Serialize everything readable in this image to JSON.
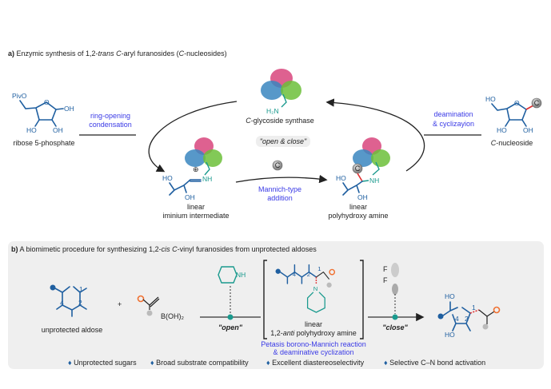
{
  "panel_a": {
    "title_prefix": "a)",
    "title_1": " Enzymic synthesis of 1,2-",
    "title_trans": "trans",
    "title_2": " ",
    "title_c": "C",
    "title_3": "-aryl furanosides (",
    "title_c2": "C",
    "title_4": "-nucleosides)",
    "enzyme_amine": "H₂N",
    "enzyme_label_c": "C",
    "enzyme_label": "-glycoside synthase",
    "center_label": "\"open & close\"",
    "start_label": "ribose 5-phosphate",
    "start_pivo": "PivO",
    "step1_line1": "ring-opening",
    "step1_line2": "condensation",
    "iminium_line1": "linear",
    "iminium_line2": "iminium intermediate",
    "iminium_nh": "NH",
    "c_reagent": "C",
    "step2_line1": "Mannich-type",
    "step2_line2": "addition",
    "amine_line1": "linear",
    "amine_line2": "polyhydroxy amine",
    "amine_nh": "NH",
    "step3_line1": "deamination",
    "step3_line2": "& cyclizayion",
    "product_c": "C",
    "product_label": "-nucleoside",
    "oh": "OH",
    "ho": "HO",
    "o": "O",
    "plus": "⊕"
  },
  "panel_b": {
    "title_prefix": "b)",
    "title_1": " A biomimetic procedure for synthesizing 1,2-",
    "title_cis": "cis",
    "title_2": " ",
    "title_c": "C",
    "title_3": "-vinyl furanosides from unprotected aldoses",
    "aldose_label": "unprotected aldose",
    "plus": "+",
    "boronic": "B(OH)₂",
    "open_label": "\"open\"",
    "close_label": "\"close\"",
    "intermediate_line1": "linear",
    "intermediate_line2_a": "1,2-",
    "intermediate_line2_anti": "anti",
    "intermediate_line2_b": " polyhydroxy amine",
    "reaction_line1": "Petasis borono-Mannich reaction",
    "reaction_line2": "& deaminative cyclization",
    "morpholine_nh": "NH",
    "n": "N",
    "f": "F",
    "num1": "1",
    "num2": "2",
    "num4": "4",
    "features": [
      "Unprotected sugars",
      "Broad substrate compatibility",
      "Excellent diastereoselectivity",
      "Selective C–N bond activation"
    ]
  },
  "colors": {
    "link": "#3a3ae6",
    "sugar": "#1f5fa0",
    "amine": "#1a9a8e",
    "new_bond": "#e03030",
    "vinyl": "#f07030",
    "panel_bg": "#efefef"
  }
}
